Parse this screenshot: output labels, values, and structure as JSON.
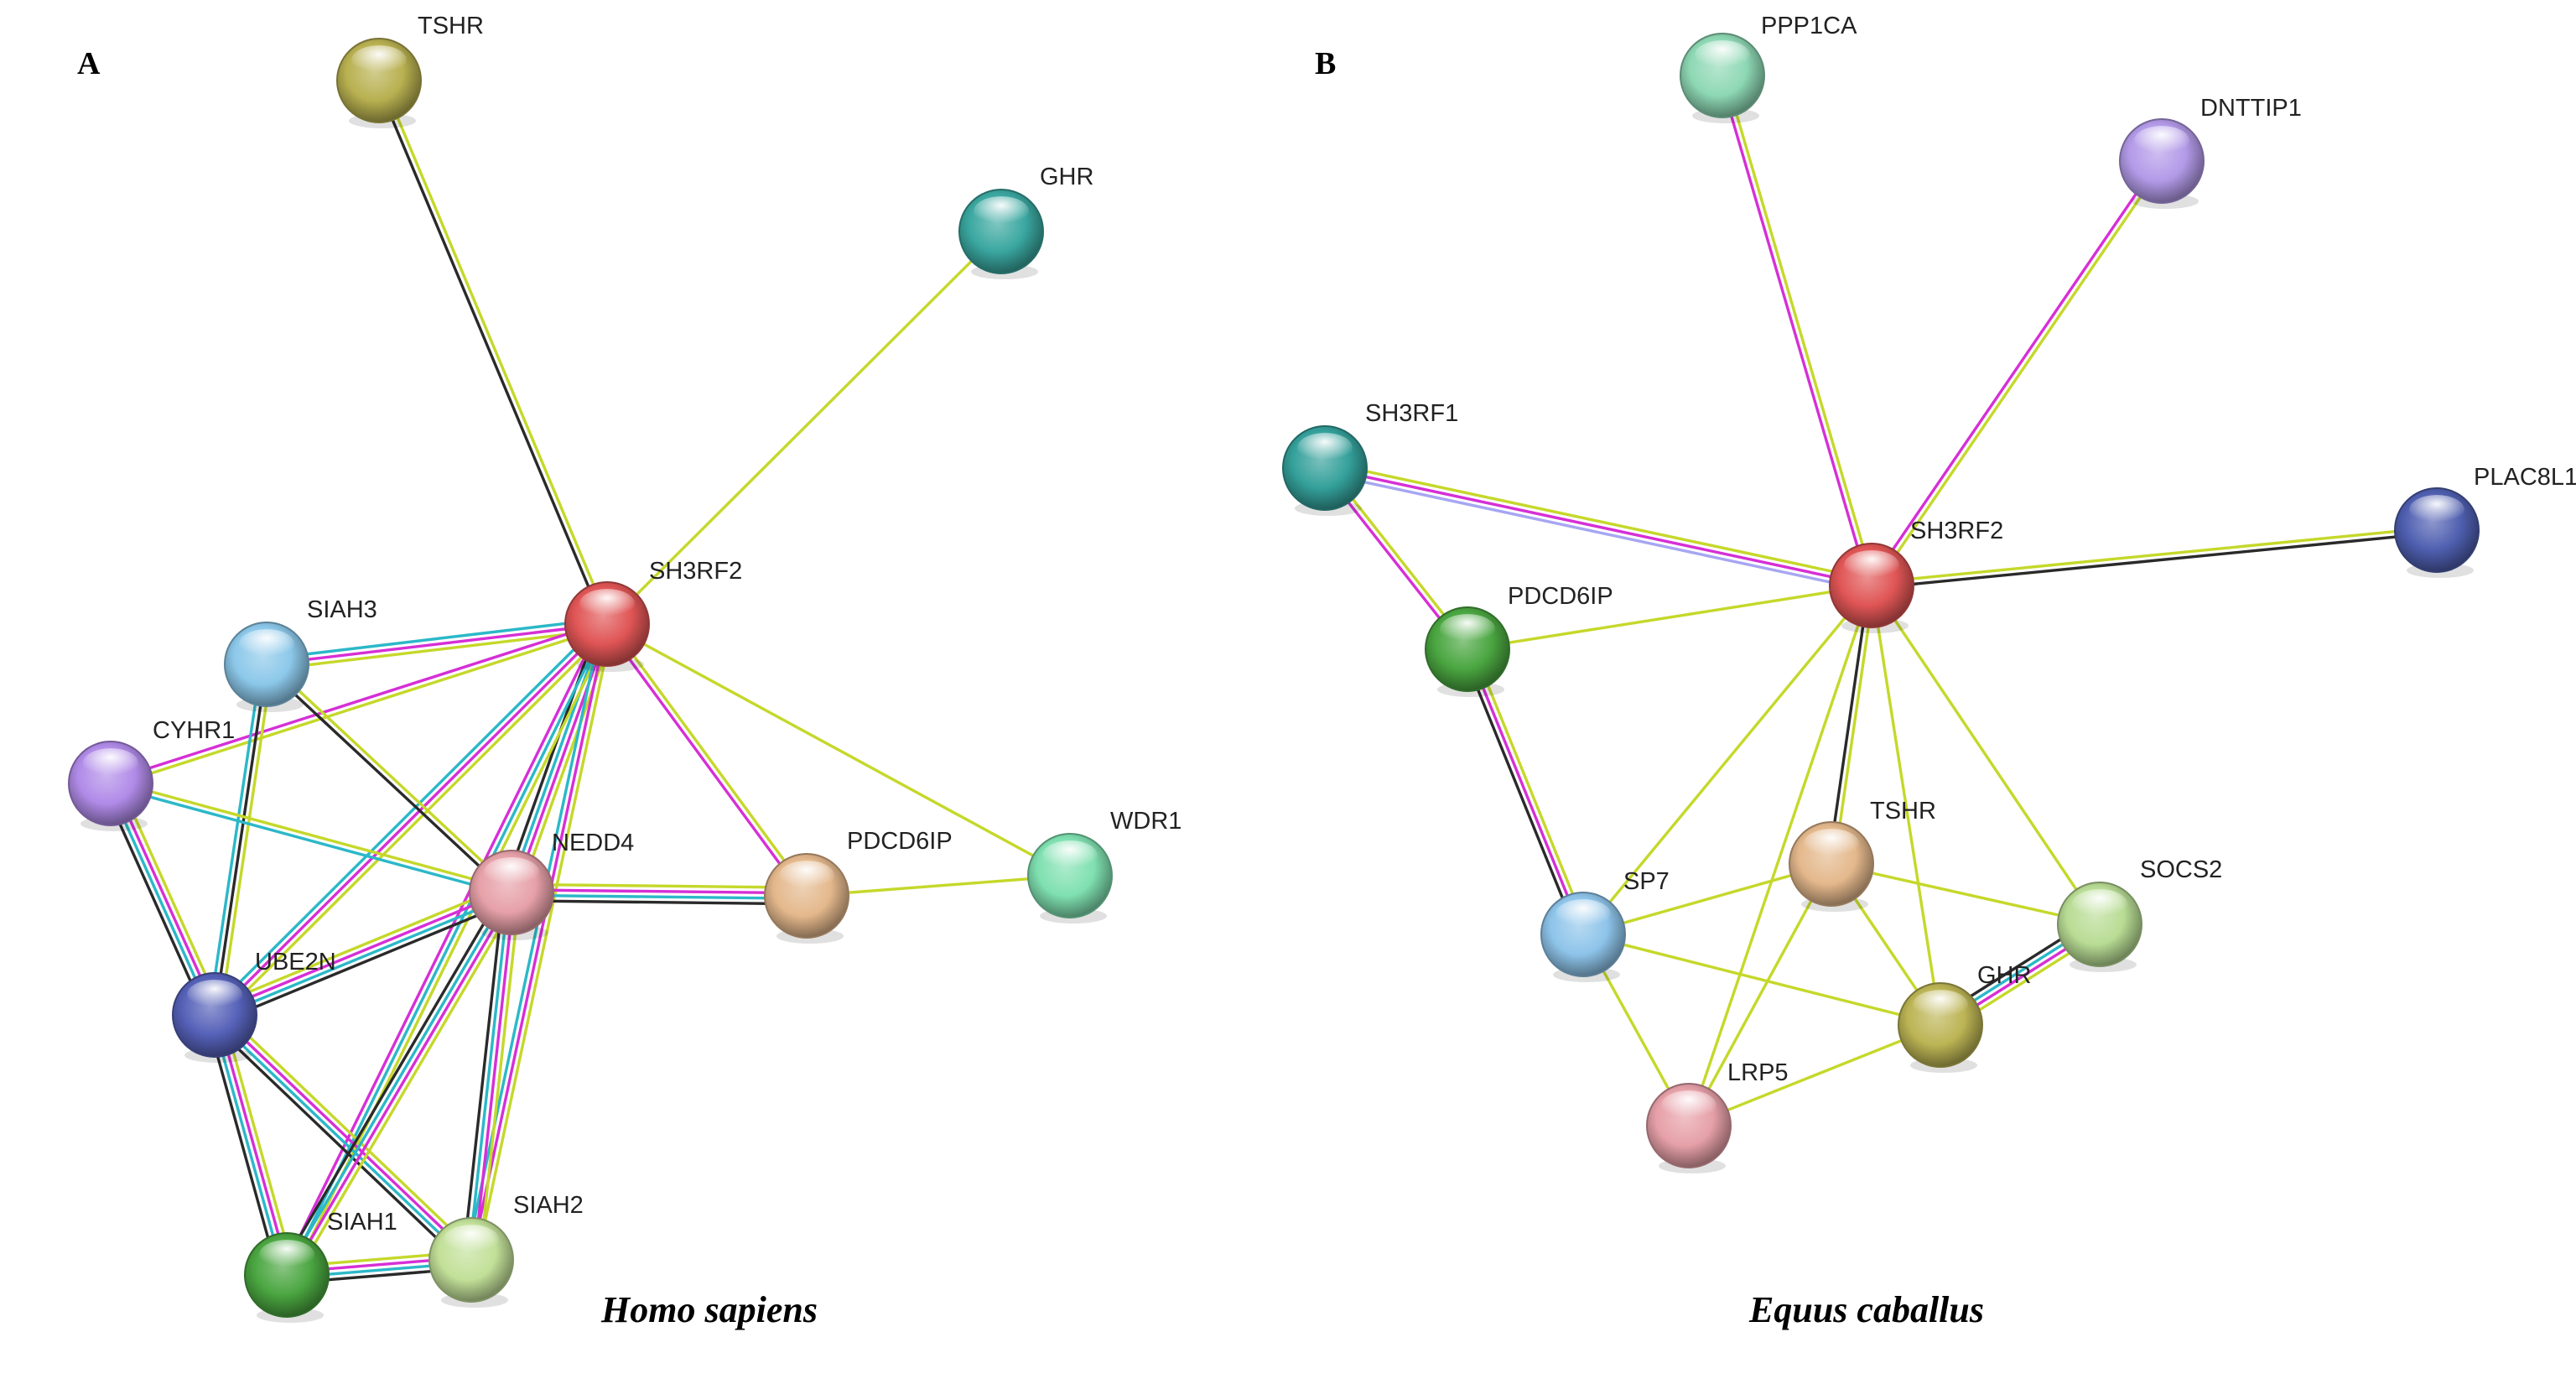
{
  "panels": [
    {
      "letter": "A",
      "species": "Homo sapiens",
      "nodes": [
        {
          "id": "TSHR",
          "label": "TSHR",
          "color": "#b8b050"
        },
        {
          "id": "GHR",
          "label": "GHR",
          "color": "#3aa7a0"
        },
        {
          "id": "SH3RF2",
          "label": "SH3RF2",
          "color": "#e05555"
        },
        {
          "id": "SIAH3",
          "label": "SIAH3",
          "color": "#8cc8ea"
        },
        {
          "id": "CYHR1",
          "label": "CYHR1",
          "color": "#b18be8"
        },
        {
          "id": "NEDD4",
          "label": "NEDD4",
          "color": "#e6a0a8"
        },
        {
          "id": "PDCD6IP",
          "label": "PDCD6IP",
          "color": "#e4b88c"
        },
        {
          "id": "WDR1",
          "label": "WDR1",
          "color": "#7fe0b0"
        },
        {
          "id": "UBE2N",
          "label": "UBE2N",
          "color": "#5561b8"
        },
        {
          "id": "SIAH1",
          "label": "SIAH1",
          "color": "#4aa640"
        },
        {
          "id": "SIAH2",
          "label": "SIAH2",
          "color": "#c2e098"
        }
      ],
      "edges": [
        {
          "source": "TSHR",
          "target": "SH3RF2",
          "evidence": [
            "text",
            "coexpression"
          ]
        },
        {
          "source": "GHR",
          "target": "SH3RF2",
          "evidence": [
            "text"
          ]
        },
        {
          "source": "SH3RF2",
          "target": "PDCD6IP",
          "evidence": [
            "text",
            "experiment"
          ]
        },
        {
          "source": "SH3RF2",
          "target": "WDR1",
          "evidence": [
            "text"
          ]
        },
        {
          "source": "SH3RF2",
          "target": "SIAH3",
          "evidence": [
            "text",
            "experiment",
            "database"
          ]
        },
        {
          "source": "SH3RF2",
          "target": "CYHR1",
          "evidence": [
            "text",
            "experiment"
          ]
        },
        {
          "source": "SH3RF2",
          "target": "NEDD4",
          "evidence": [
            "text",
            "experiment",
            "database",
            "coexpression"
          ]
        },
        {
          "source": "SH3RF2",
          "target": "UBE2N",
          "evidence": [
            "text",
            "experiment",
            "database"
          ]
        },
        {
          "source": "SH3RF2",
          "target": "SIAH1",
          "evidence": [
            "text",
            "database",
            "experiment"
          ]
        },
        {
          "source": "SH3RF2",
          "target": "SIAH2",
          "evidence": [
            "text",
            "experiment",
            "database"
          ]
        },
        {
          "source": "NEDD4",
          "target": "PDCD6IP",
          "evidence": [
            "text",
            "experiment",
            "database",
            "coexpression"
          ]
        },
        {
          "source": "PDCD6IP",
          "target": "WDR1",
          "evidence": [
            "text"
          ]
        },
        {
          "source": "SIAH3",
          "target": "NEDD4",
          "evidence": [
            "text",
            "coexpression"
          ]
        },
        {
          "source": "SIAH3",
          "target": "UBE2N",
          "evidence": [
            "text",
            "coexpression",
            "database"
          ]
        },
        {
          "source": "CYHR1",
          "target": "NEDD4",
          "evidence": [
            "text",
            "database"
          ]
        },
        {
          "source": "CYHR1",
          "target": "UBE2N",
          "evidence": [
            "text",
            "experiment",
            "database",
            "coexpression"
          ]
        },
        {
          "source": "UBE2N",
          "target": "NEDD4",
          "evidence": [
            "text",
            "experiment",
            "database",
            "coexpression"
          ]
        },
        {
          "source": "UBE2N",
          "target": "SIAH1",
          "evidence": [
            "text",
            "experiment",
            "database",
            "coexpression"
          ]
        },
        {
          "source": "UBE2N",
          "target": "SIAH2",
          "evidence": [
            "text",
            "experiment",
            "database",
            "coexpression"
          ]
        },
        {
          "source": "NEDD4",
          "target": "SIAH1",
          "evidence": [
            "text",
            "experiment",
            "database",
            "coexpression"
          ]
        },
        {
          "source": "NEDD4",
          "target": "SIAH2",
          "evidence": [
            "text",
            "experiment",
            "database",
            "coexpression"
          ]
        },
        {
          "source": "SIAH1",
          "target": "SIAH2",
          "evidence": [
            "text",
            "experiment",
            "database",
            "coexpression"
          ]
        }
      ]
    },
    {
      "letter": "B",
      "species": "Equus caballus",
      "nodes": [
        {
          "id": "PPP1CA",
          "label": "PPP1CA",
          "color": "#8ed8b4"
        },
        {
          "id": "DNTTIP1",
          "label": "DNTTIP1",
          "color": "#b39ae8"
        },
        {
          "id": "SH3RF1",
          "label": "SH3RF1",
          "color": "#34a09a"
        },
        {
          "id": "SH3RF2",
          "label": "SH3RF2",
          "color": "#e05555"
        },
        {
          "id": "PLAC8L1",
          "label": "PLAC8L1",
          "color": "#4f5fb0"
        },
        {
          "id": "PDCD6IP",
          "label": "PDCD6IP",
          "color": "#4aa640"
        },
        {
          "id": "TSHR",
          "label": "TSHR",
          "color": "#e4b88c"
        },
        {
          "id": "SOCS2",
          "label": "SOCS2",
          "color": "#b8dc94"
        },
        {
          "id": "SP7",
          "label": "SP7",
          "color": "#8ec4ea"
        },
        {
          "id": "GHR",
          "label": "GHR",
          "color": "#bcb454"
        },
        {
          "id": "LRP5",
          "label": "LRP5",
          "color": "#e6a0a8"
        }
      ],
      "edges": [
        {
          "source": "PPP1CA",
          "target": "SH3RF2",
          "evidence": [
            "text",
            "experiment"
          ]
        },
        {
          "source": "DNTTIP1",
          "target": "SH3RF2",
          "evidence": [
            "text",
            "experiment"
          ]
        },
        {
          "source": "SH3RF1",
          "target": "SH3RF2",
          "evidence": [
            "text",
            "experiment",
            "homology"
          ]
        },
        {
          "source": "SH3RF1",
          "target": "PDCD6IP",
          "evidence": [
            "text",
            "experiment"
          ]
        },
        {
          "source": "SH3RF2",
          "target": "PLAC8L1",
          "evidence": [
            "text",
            "coexpression"
          ]
        },
        {
          "source": "SH3RF2",
          "target": "PDCD6IP",
          "evidence": [
            "text"
          ]
        },
        {
          "source": "SH3RF2",
          "target": "TSHR",
          "evidence": [
            "text",
            "coexpression"
          ]
        },
        {
          "source": "SH3RF2",
          "target": "SOCS2",
          "evidence": [
            "text"
          ]
        },
        {
          "source": "SH3RF2",
          "target": "SP7",
          "evidence": [
            "text"
          ]
        },
        {
          "source": "SH3RF2",
          "target": "GHR",
          "evidence": [
            "text"
          ]
        },
        {
          "source": "SH3RF2",
          "target": "LRP5",
          "evidence": [
            "text"
          ]
        },
        {
          "source": "PDCD6IP",
          "target": "SP7",
          "evidence": [
            "text",
            "experiment",
            "coexpression"
          ]
        },
        {
          "source": "SP7",
          "target": "TSHR",
          "evidence": [
            "text"
          ]
        },
        {
          "source": "SP7",
          "target": "GHR",
          "evidence": [
            "text"
          ]
        },
        {
          "source": "SP7",
          "target": "LRP5",
          "evidence": [
            "text"
          ]
        },
        {
          "source": "TSHR",
          "target": "SOCS2",
          "evidence": [
            "text"
          ]
        },
        {
          "source": "TSHR",
          "target": "GHR",
          "evidence": [
            "text"
          ]
        },
        {
          "source": "TSHR",
          "target": "LRP5",
          "evidence": [
            "text"
          ]
        },
        {
          "source": "SOCS2",
          "target": "GHR",
          "evidence": [
            "text",
            "experiment",
            "database",
            "coexpression"
          ]
        },
        {
          "source": "GHR",
          "target": "LRP5",
          "evidence": [
            "text"
          ]
        }
      ]
    }
  ],
  "evidence_colors": {
    "text": "#c5d82a",
    "experiment": "#d62fd6",
    "database": "#2bb8c8",
    "coexpression": "#2a2a2a",
    "homology": "#a6a6f2"
  }
}
